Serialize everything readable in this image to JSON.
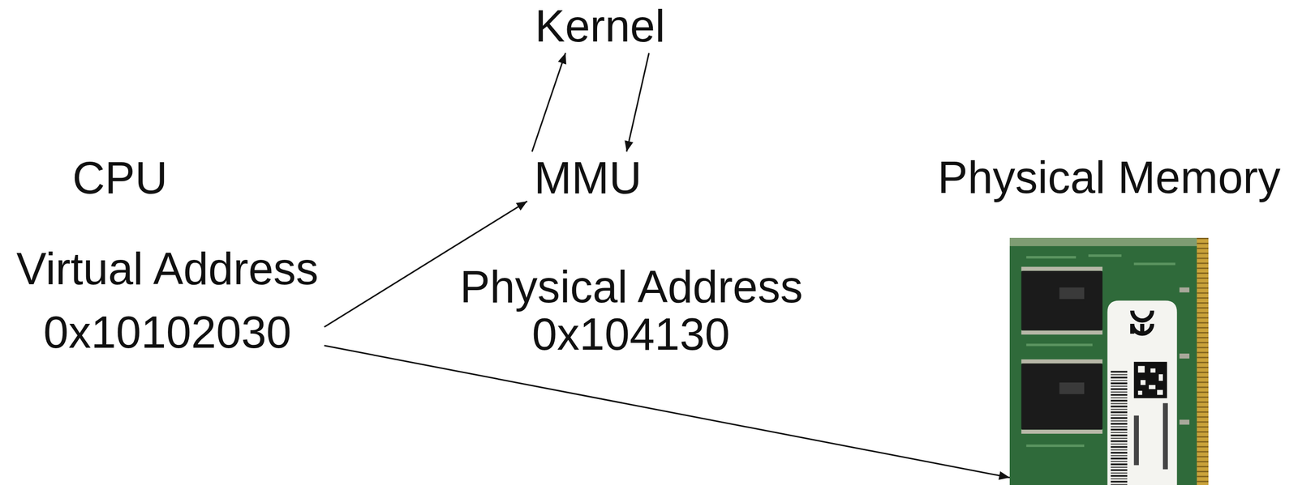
{
  "diagram": {
    "nodes": [
      {
        "text": [
          "Kernel"
        ]
      },
      {
        "text": [
          "MMU"
        ]
      },
      {
        "text": [
          "Physical Memory"
        ]
      },
      {
        "text": [
          "Virtual Address",
          "0x10102030"
        ]
      }
    ],
    "edges": [
      {
        "from": 3,
        "to": 1,
        "arrow": "to"
      },
      {
        "from": 1,
        "to": 0,
        "arrow": "to"
      },
      {
        "from": 0,
        "to": 1,
        "arrow": "to"
      },
      {
        "from": 3,
        "to": 2,
        "arrow": "to"
      }
    ],
    "labels": [
      "CPU",
      "Physical Address",
      "0x104130"
    ]
  }
}
